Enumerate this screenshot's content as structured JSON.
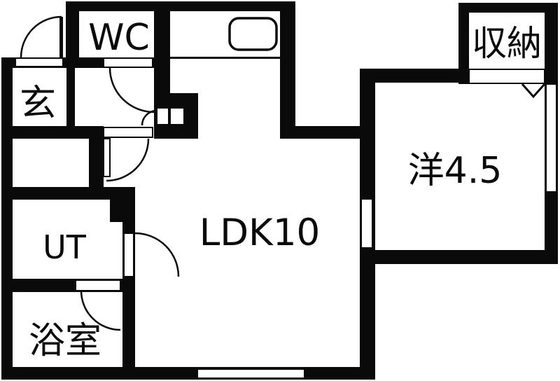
{
  "title": "apartment-floor-plan",
  "colors": {
    "wall": "#0a0a0a",
    "floor": "#ffffff"
  },
  "rooms": [
    {
      "id": "genkan",
      "label": "玄"
    },
    {
      "id": "wc",
      "label": "WC"
    },
    {
      "id": "storage",
      "label": "収納"
    },
    {
      "id": "western",
      "label": "洋4.5"
    },
    {
      "id": "ldk",
      "label": "LDK10"
    },
    {
      "id": "utility",
      "label": "UT"
    },
    {
      "id": "bathroom",
      "label": "浴室"
    }
  ],
  "fixtures": {
    "sink": "kitchen-sink",
    "closet_arrow": "closet-opening-arrow",
    "doors": "hinged-door-swing-arcs",
    "windows": "wall-windows"
  }
}
